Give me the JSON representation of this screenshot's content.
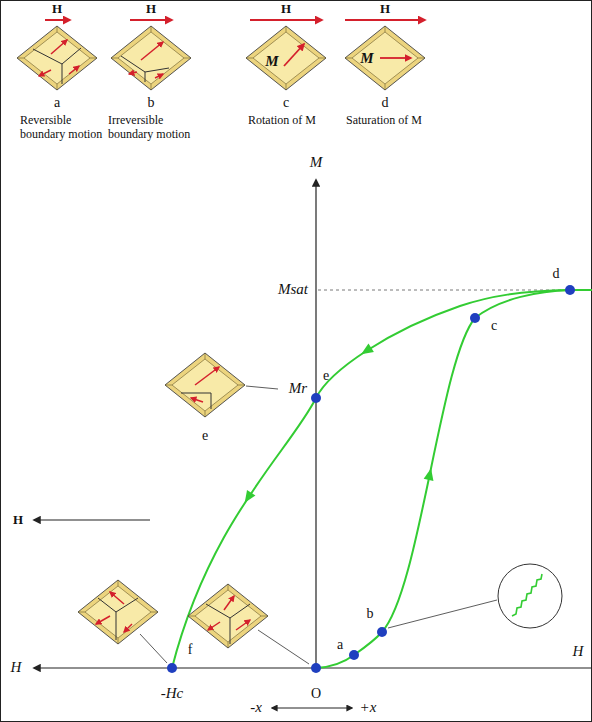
{
  "diagram": {
    "nodes": [
      {
        "text": [
          "M"
        ]
      },
      {
        "text": [
          "M"
        ]
      }
    ],
    "labels": [
      "H",
      "H",
      "H",
      "H",
      "a",
      "b",
      "c",
      "d",
      "Reversible boundary motion",
      "Irreversible boundary motion",
      "Rotation of M",
      "Saturation of M",
      "M",
      "Msat",
      "d",
      "c",
      "Mr",
      "e",
      "e",
      "H",
      "H",
      "H",
      "f",
      "-Hc",
      "O",
      "a",
      "b",
      "-x",
      "+x"
    ]
  }
}
